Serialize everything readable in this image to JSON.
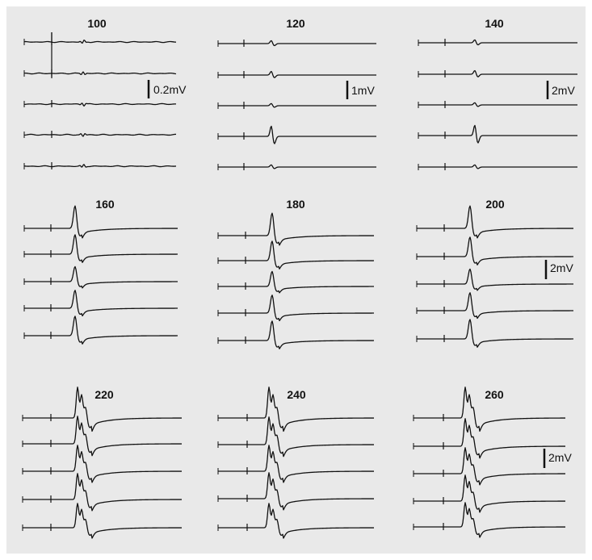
{
  "chart_data": {
    "type": "line",
    "title": "",
    "xlabel": "",
    "ylabel": "",
    "traces_per_panel": 5,
    "colors": {
      "trace": "#111111",
      "background": "#e9e9e9"
    },
    "panels": [
      {
        "label": "100",
        "scale_bar": "0.2mV",
        "response": "none"
      },
      {
        "label": "120",
        "scale_bar": "1mV",
        "response": "small"
      },
      {
        "label": "140",
        "scale_bar": "2mV",
        "response": "small"
      },
      {
        "label": "160",
        "scale_bar": "",
        "response": "spike"
      },
      {
        "label": "180",
        "scale_bar": "",
        "response": "spike"
      },
      {
        "label": "200",
        "scale_bar": "2mV",
        "response": "spike"
      },
      {
        "label": "220",
        "scale_bar": "",
        "response": "burst"
      },
      {
        "label": "240",
        "scale_bar": "",
        "response": "burst"
      },
      {
        "label": "260",
        "scale_bar": "2mV",
        "response": "burst"
      }
    ]
  }
}
